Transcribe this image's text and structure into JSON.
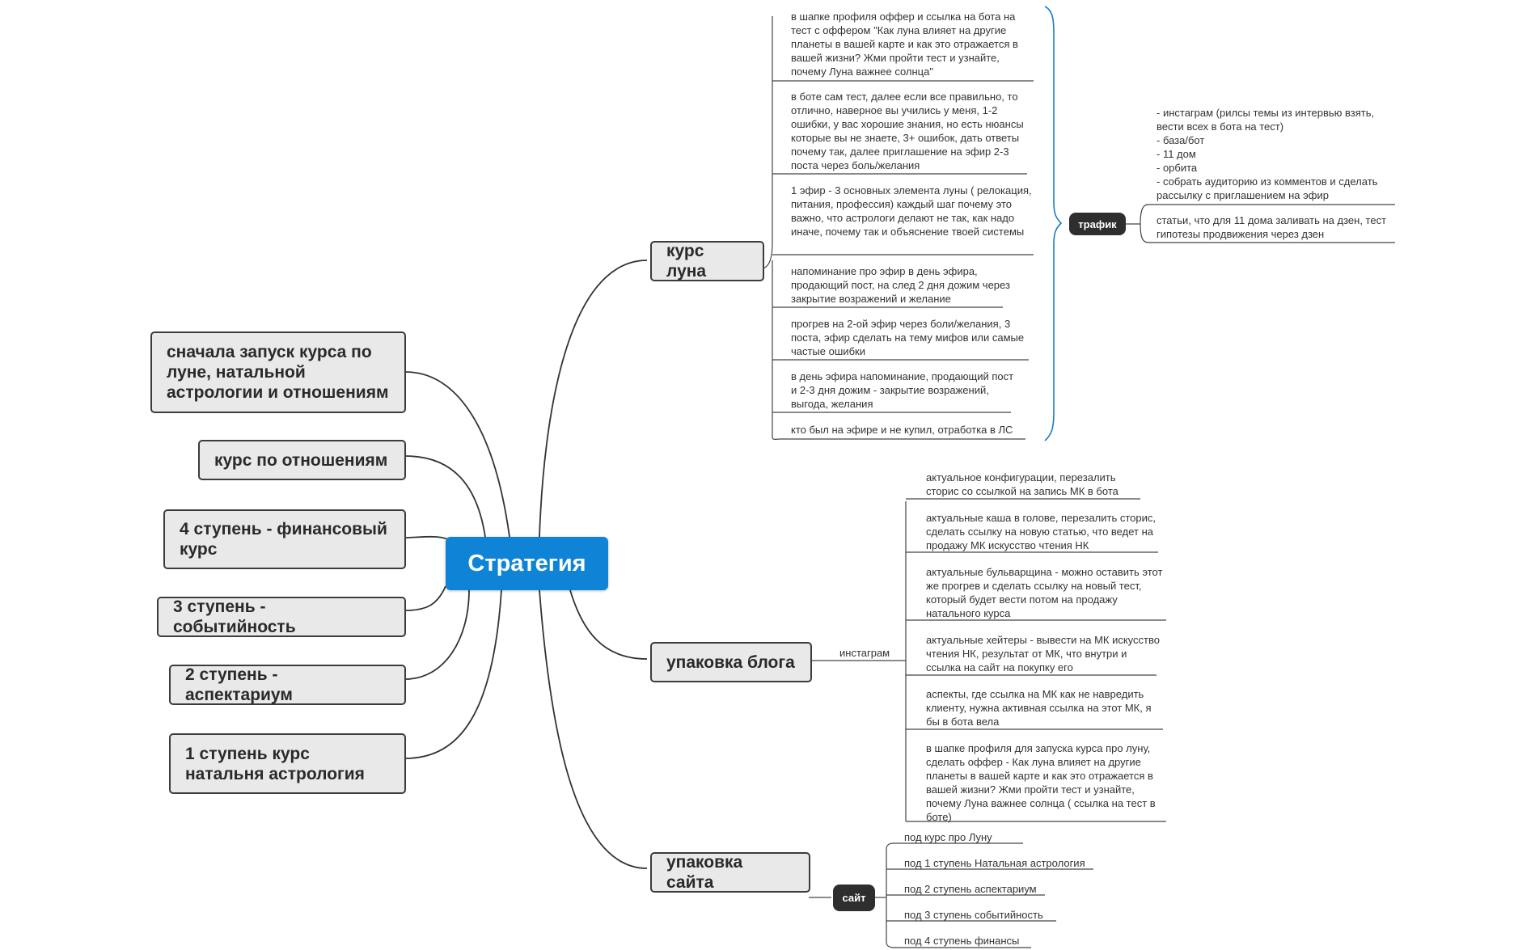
{
  "root": {
    "label": "Стратегия",
    "color": "#0f84d6"
  },
  "left_topics": [
    "сначала запуск курса по луне, натальной астрологии и отношениям",
    "курс по отношениям",
    "4 ступень - финансовый курс",
    "3 ступень - событийность",
    "2 ступень - аспектариум",
    "1 ступень курс натальня астрология"
  ],
  "kurs_luna": {
    "label": "курс луна",
    "items": [
      "в шапке профиля оффер и ссылка на бота на тест с оффером \"Как луна влияет на другие планеты в вашей карте и как это отражается в вашей жизни? Жми пройти тест и узнайте, почему Луна важнее солнца\"",
      "в боте сам тест, далее если все правильно, то отлично, наверное вы учились у меня, 1-2 ошибки, у вас хорошие знания, но есть нюансы которые вы не знаете, 3+ ошибок, дать ответы почему так, далее приглашение на эфир 2-3 поста через боль/желания",
      "1 эфир - 3 основных элемента луны ( релокация, питания, профессия) каждый шаг почему это важно, что астрологи делают не так, как надо иначе, почему так и объяснение твоей системы",
      "напоминание про эфир в день эфира, продающий пост, на след 2 дня дожим через закрытие возражений и желание",
      "прогрев на 2-ой эфир через боли/желания, 3 поста, эфир сделать на тему мифов или самые частые ошибки",
      "в день эфира напоминание, продающий пост и 2-3 дня дожим - закрытие возражений, выгода, желания",
      "кто был на эфире и не купил, отработка в ЛС"
    ],
    "traffic": {
      "label": "трафик",
      "items": [
        "- инстаграм (рилсы темы из интервью взять, вести всех в бота на тест)\n- база/бот\n- 11 дом\n- орбита\n- собрать аудиторию из комментов и сделать рассылку с приглашением на эфир",
        "статьи, что для 11 дома заливать на дзен, тест гипотезы продвижения через дзен"
      ]
    }
  },
  "upakovka_bloga": {
    "label": "упаковка блога",
    "sub_label": "инстаграм",
    "items": [
      "актуальное конфигурации, перезалить сторис со ссылкой на запись МК в бота",
      "актуальные каша в голове, перезалить сторис, сделать ссылку на новую статью, что ведет на продажу МК искусство чтения НК",
      "актуальные бульварщина - можно оставить этот же прогрев и сделать ссылку на новый тест, который будет вести потом на продажу натального курса",
      "актуальные хейтеры - вывести на МК искусство чтения НК, результат от МК, что внутри и ссылка на сайт на покупку его",
      "аспекты, где ссылка на МК как не навредить клиенту, нужна активная ссылка на этот МК, я бы в бота вела",
      "в шапке профиля для запуска курса про луну, сделать оффер - Как луна влияет на другие планеты в вашей карте и как это отражается в вашей жизни? Жми пройти тест и узнайте, почему Луна важнее солнца ( ссылка на тест в боте)"
    ]
  },
  "upakovka_saita": {
    "label": "упаковка сайта",
    "pill": "сайт",
    "items": [
      "под курс про Луну",
      "под 1 ступень Натальная астрология",
      "под 2 ступень аспектариум",
      "под 3 ступень событийность",
      "под 4 ступень финансы"
    ]
  },
  "colors": {
    "traffic_brace": "#1a7bc4",
    "line": "#333333",
    "topic_bg": "#e9e9e9",
    "pill": "#2e2e2e"
  }
}
